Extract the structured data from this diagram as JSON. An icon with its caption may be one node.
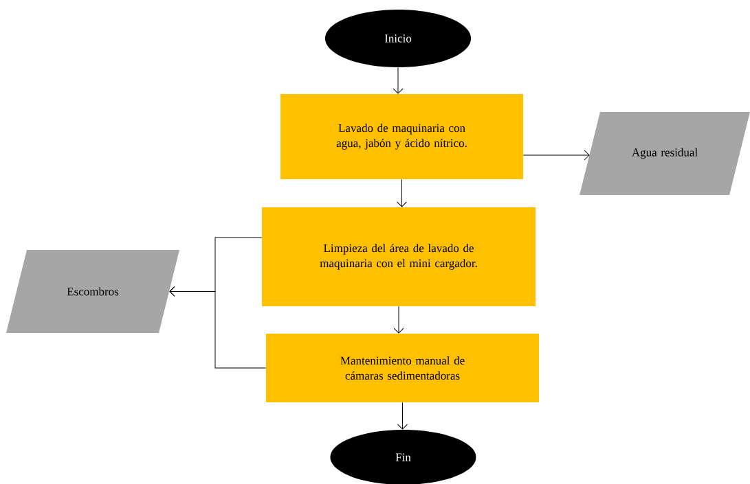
{
  "diagram": {
    "nodes": [
      {
        "text": [
          "Inicio"
        ]
      },
      {
        "text": [
          "Lavado de maquinaria con agua, jabón y ácido nítrico."
        ]
      },
      {
        "text": [
          "Agua residual"
        ]
      },
      {
        "text": [
          "Limpieza del área de lavado de maquinaria con el mini cargador."
        ]
      },
      {
        "text": [
          "Escombros"
        ]
      },
      {
        "text": [
          "Mantenimiento manual de cámaras sedimentadoras"
        ]
      },
      {
        "text": [
          "Fin"
        ]
      }
    ],
    "edges": [
      {
        "from": 0,
        "to": 1,
        "arrow": "to"
      },
      {
        "from": 1,
        "to": 2,
        "arrow": "to"
      },
      {
        "from": 1,
        "to": 3,
        "arrow": "to"
      },
      {
        "from": 3,
        "to": 4,
        "arrow": "to"
      },
      {
        "from": 5,
        "to": 4,
        "arrow": "to"
      },
      {
        "from": 3,
        "to": 5,
        "arrow": "to"
      },
      {
        "from": 5,
        "to": 6,
        "arrow": "to"
      }
    ]
  }
}
